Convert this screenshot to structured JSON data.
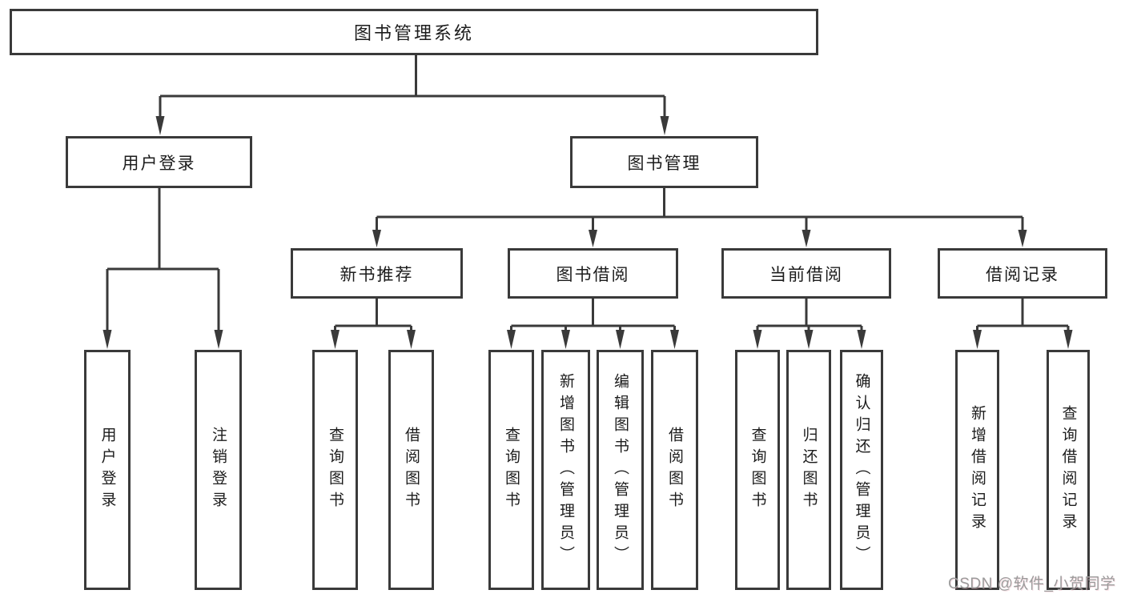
{
  "diagram_type": "hierarchy-tree",
  "nodes": {
    "root": "图书管理系统",
    "user_login": "用户登录",
    "book_management": "图书管理",
    "new_book_recommend": "新书推荐",
    "book_borrow": "图书借阅",
    "current_borrow": "当前借阅",
    "borrow_records": "借阅记录",
    "leaf_user_login": "用户登录",
    "leaf_logout": "注销登录",
    "leaf_nb_query": "查询图书",
    "leaf_nb_borrow": "借阅图书",
    "leaf_bb_query": "查询图书",
    "leaf_bb_add": "新增图书（管理员）",
    "leaf_bb_edit": "编辑图书（管理员）",
    "leaf_bb_borrow": "借阅图书",
    "leaf_cb_query": "查询图书",
    "leaf_cb_return": "归还图书",
    "leaf_cb_confirm": "确认归还（管理员）",
    "leaf_br_add": "新增借阅记录",
    "leaf_br_query": "查询借阅记录"
  },
  "hierarchy": {
    "图书管理系统": {
      "用户登录": [
        "用户登录",
        "注销登录"
      ],
      "图书管理": {
        "新书推荐": [
          "查询图书",
          "借阅图书"
        ],
        "图书借阅": [
          "查询图书",
          "新增图书（管理员）",
          "编辑图书（管理员）",
          "借阅图书"
        ],
        "当前借阅": [
          "查询图书",
          "归还图书",
          "确认归还（管理员）"
        ],
        "借阅记录": [
          "新增借阅记录",
          "查询借阅记录"
        ]
      }
    }
  },
  "watermark": "CSDN @软件_小贺同学",
  "colors": {
    "line": "#3a3a3a",
    "text": "#1c1c1c",
    "background": "#ffffff",
    "watermark": "#9b9b9b"
  }
}
